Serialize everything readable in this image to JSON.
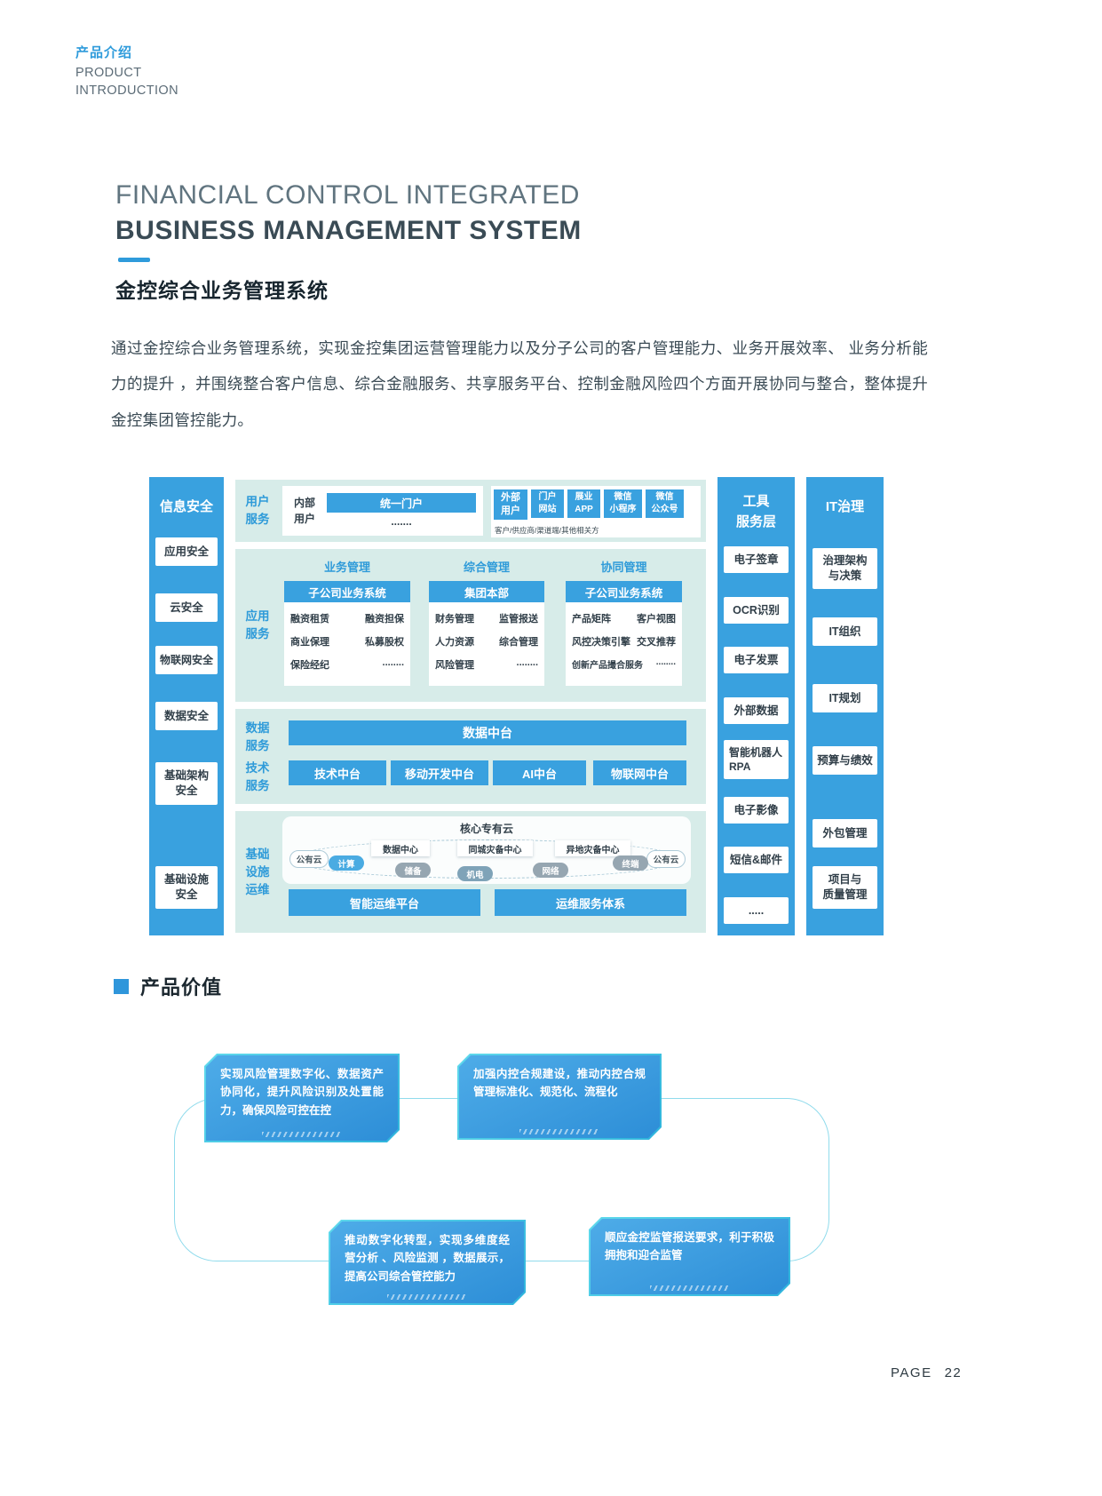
{
  "colors": {
    "primary_blue": "#39A1DF",
    "mint_panel": "#D7ECE9",
    "cyan_accent": "#5FD9EC",
    "dark_text": "#313F49"
  },
  "page": {
    "eyebrow_cn": "产品介绍",
    "eyebrow_en": "PRODUCT\nINTRODUCTION",
    "title_en_1": "FINANCIAL CONTROL INTEGRATED",
    "title_en_2": "BUSINESS MANAGEMENT SYSTEM",
    "title_cn": "金控综合业务管理系统",
    "intro": "通过金控综合业务管理系统，实现金控集团运营管理能力以及分子公司的客户管理能力、业务开展效率、 业务分析能力的提升 ，并围绕整合客户信息、综合金融服务、共享服务平台、控制金融风险四个方面开展协同与整合，整体提升金控集团管控能力。",
    "footer_label": "PAGE",
    "footer_page": "22"
  },
  "diagram": {
    "security": {
      "title": "信息安全",
      "items": [
        "应用安全",
        "云安全",
        "物联网安全",
        "数据安全",
        "基础架构\n安全",
        "基础设施\n安全"
      ]
    },
    "user_service": {
      "label": "用户\n服务",
      "internal_label": "内部\n用户",
      "portal": "统一门户",
      "portal_more": ".......",
      "external_label": "外部\n用户",
      "channels": [
        "门户\n网站",
        "展业\nAPP",
        "微信\n小程序",
        "微信\n公众号"
      ],
      "note": "客户/供应商/渠道端/其他相关方"
    },
    "app_service": {
      "label": "应用\n服务",
      "headers": [
        "业务管理",
        "综合管理",
        "协同管理"
      ],
      "cards": [
        {
          "title": "子公司业务系统",
          "rows": [
            [
              "融资租赁",
              "融资担保"
            ],
            [
              "商业保理",
              "私募股权"
            ],
            [
              "保险经纪",
              "........"
            ]
          ]
        },
        {
          "title": "集团本部",
          "rows": [
            [
              "财务管理",
              "监管报送"
            ],
            [
              "人力资源",
              "综合管理"
            ],
            [
              "风险管理",
              "........"
            ]
          ]
        },
        {
          "title": "子公司业务系统",
          "rows": [
            [
              "产品矩阵",
              "客户视图"
            ],
            [
              "风控决策引擎",
              "交叉推荐"
            ],
            [
              "创新产品撮合服务",
              "........"
            ]
          ]
        }
      ]
    },
    "data_service": {
      "label": "数据\n服务",
      "platform": "数据中台"
    },
    "tech_service": {
      "label": "技术\n服务",
      "platforms": [
        "技术中台",
        "移动开发中台",
        "AI中台",
        "物联网中台"
      ]
    },
    "infra": {
      "label": "基础\n设施\n运维",
      "cloud_title": "核心专有云",
      "centers": [
        "数据中心",
        "同城灾备中心",
        "异地灾备中心"
      ],
      "public_cloud_left": "公有云",
      "public_cloud_right": "公有云",
      "pills": [
        "计算",
        "储备",
        "机电",
        "网络",
        "终端"
      ],
      "platforms": [
        "智能运维平台",
        "运维服务体系"
      ]
    },
    "tools": {
      "title": "工具\n服务层",
      "items": [
        "电子签章",
        "OCR识别",
        "电子发票",
        "外部数据",
        "智能机器人\nRPA",
        "电子影像",
        "短信&邮件",
        "....."
      ]
    },
    "it_gov": {
      "title": "IT治理",
      "items": [
        "治理架构\n与决策",
        "IT组织",
        "IT规划",
        "预算与绩效",
        "外包管理",
        "项目与\n质量管理"
      ]
    }
  },
  "value": {
    "heading": "产品价值",
    "boxes": [
      "实现风险管理数字化、数据资产协同化，提升风险识别及处置能力，确保风险可控在控",
      "加强内控合规建设，推动内控合规管理标准化、规范化、流程化",
      "推动数字化转型，实现多维度经营分析 、风险监测 ，数据展示，提高公司综合管控能力",
      "顺应金控监管报送要求，利于积极拥抱和迎合监管"
    ]
  }
}
